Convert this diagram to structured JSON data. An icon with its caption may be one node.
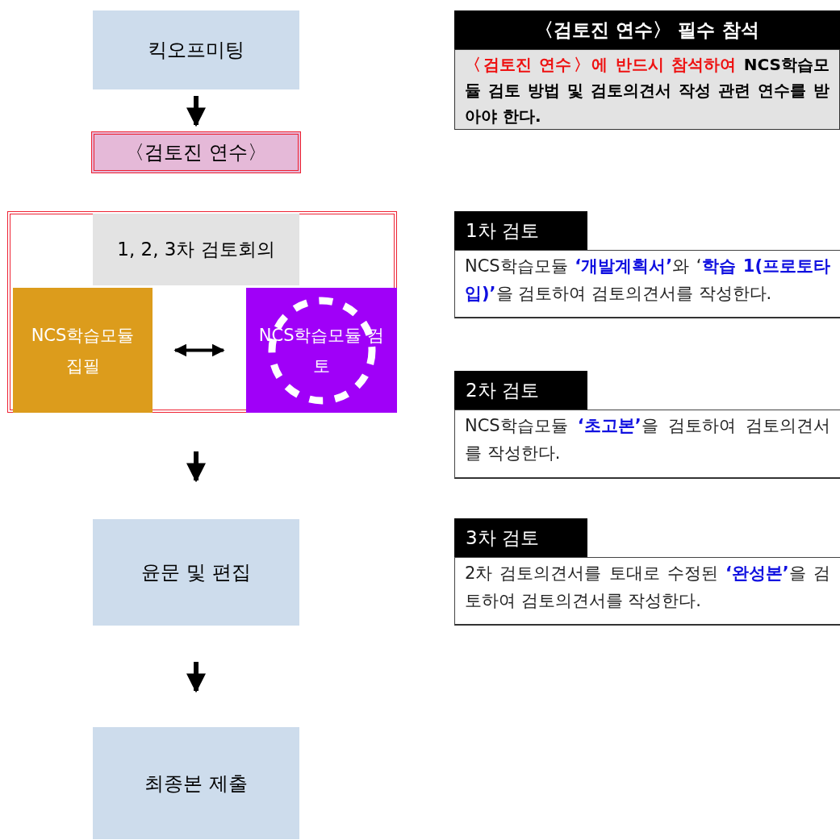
{
  "diagram": {
    "nodes": [
      {
        "text": [
          "킥오프미팅"
        ]
      },
      {
        "text": [
          "〈검토진 연수〉"
        ]
      },
      {
        "text": [
          "1, 2, 3차 검토회의"
        ]
      },
      {
        "text": [
          "NCS학습모듈 집필"
        ],
        "in": 2
      },
      {
        "text": [
          "NCS학습모듈 검토"
        ],
        "in": 2
      },
      {
        "text": [
          "윤문 및 편집"
        ]
      },
      {
        "text": [
          "최종본 제출"
        ]
      },
      {
        "text": [
          "〈검토진 연수〉 필수 참석",
          "**〈검토진 연수〉에 반드시 참석하여** NCS학습모듈 검토 방법 및 검토의견서 작성 관련 연수를 받아야 한다."
        ]
      },
      {
        "text": [
          "1차 검토",
          "NCS학습모듈 **‘개발계획서’**와 ‘**학습 1(프로토타입)’**을 검토하여 검토의견서를 작성한다."
        ]
      },
      {
        "text": [
          "2차 검토",
          "NCS학습모듈 **‘초고본’**을 검토하여 검토의견서를 작성한다."
        ]
      },
      {
        "text": [
          "3차 검토",
          "2차 검토의견서를 토대로 수정된 **‘완성본’**을 검토하여 검토의견서를 작성한다."
        ]
      }
    ],
    "edges": [
      {
        "from": 0,
        "to": 1,
        "arrow": "to"
      },
      {
        "from": 3,
        "to": 4,
        "arrow": "both"
      },
      {
        "from": 2,
        "to": 5,
        "arrow": "to"
      },
      {
        "from": 5,
        "to": 6,
        "arrow": "to"
      }
    ]
  }
}
